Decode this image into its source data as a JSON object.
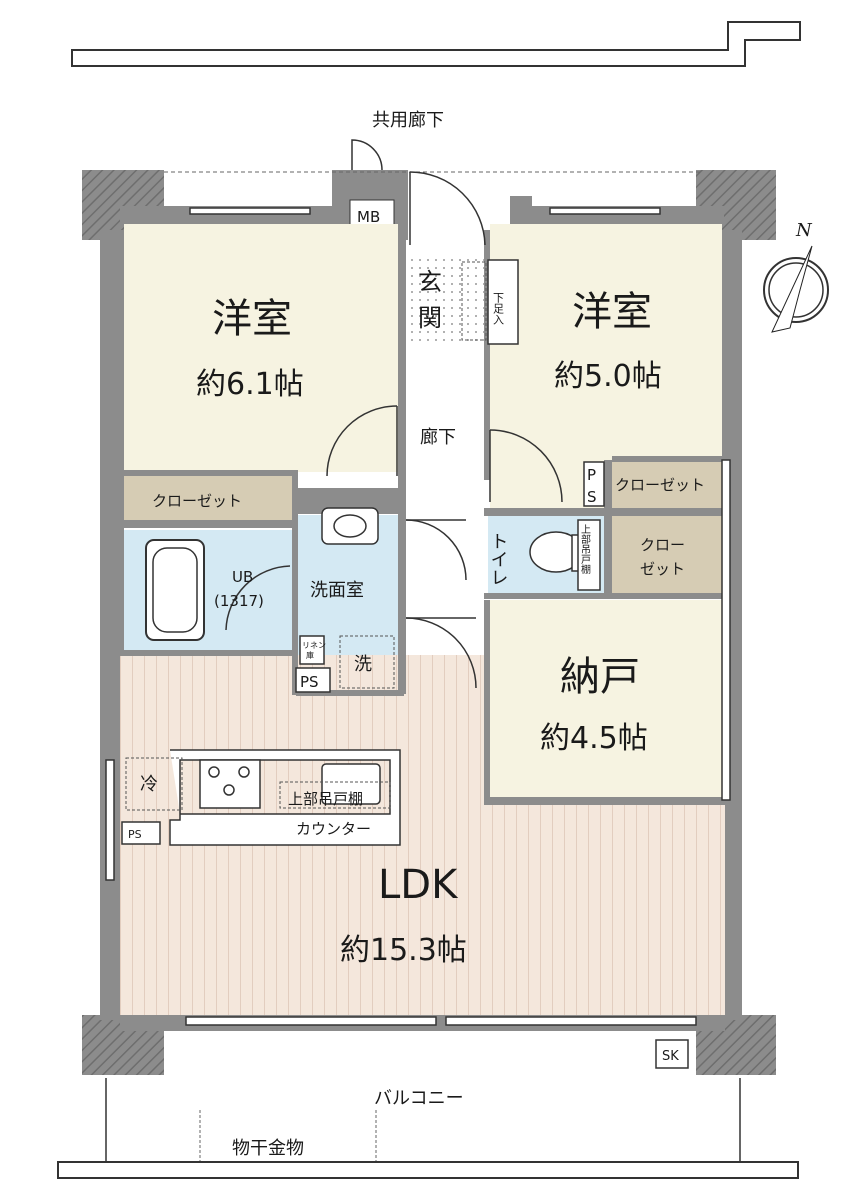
{
  "labels": {
    "common_corridor": "共用廊下",
    "mb": "MB",
    "entrance": "玄関",
    "shoe_storage": "下足入",
    "room_nw_name": "洋室",
    "room_nw_size": "約6.1帖",
    "room_ne_name": "洋室",
    "room_ne_size": "約5.0帖",
    "hallway": "廊下",
    "closet_w": "クローゼット",
    "closet_ne": "クローゼット",
    "closet_e2": "クローゼット",
    "ps": "PS",
    "unit_bath": "UB",
    "unit_bath_size": "(1317)",
    "washroom": "洗面室",
    "linen": "リネン庫",
    "laundry": "洗",
    "toilet": "トイレ",
    "upper_cabinet_toilet": "上部吊戸棚",
    "storage_name": "納戸",
    "storage_size": "約4.5帖",
    "fridge": "冷",
    "upper_cabinet_kitchen": "上部吊戸棚",
    "counter": "カウンター",
    "ldk_name": "LDK",
    "ldk_size": "約15.3帖",
    "sk": "SK",
    "balcony": "バルコニー",
    "clothes_hanger": "物干金物",
    "compass_north": "N"
  },
  "colors": {
    "wall": "#8c8c8c",
    "room": "#f6f3e1",
    "closet": "#d6ccb4",
    "wet": "#d4e9f3",
    "floor": "#f4e7dc",
    "floor_line": "#e2cdbf"
  }
}
